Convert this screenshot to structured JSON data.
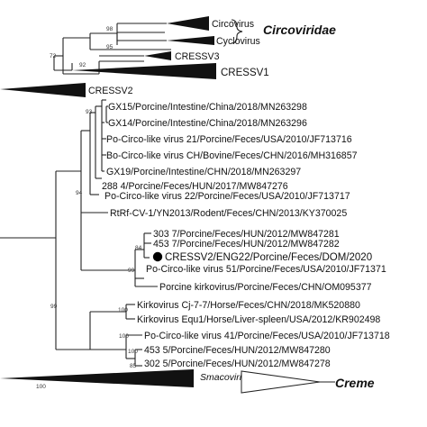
{
  "tree": {
    "taxa": {
      "circovirus": "Circovirus",
      "cyclovirus": "Cyclovirus",
      "circoviridae": "Circoviridae",
      "cressv3": "CRESSV3",
      "cressv1": "CRESSV1",
      "cressv2": "CRESSV2",
      "gx15": "GX15/Porcine/Intestine/China/2018/MN263298",
      "gx14": "GX14/Porcine/Intestine/China/2018/MN263296",
      "pocirco21": "Po-Circo-like virus 21/Porcine/Feces/USA/2010/JF713716",
      "bocirco": "Bo-Circo-like virus CH/Bovine/Feces/CHN/2016/MH316857",
      "gx19": "GX19/Porcine/Intestine/CHN/2018/MN263297",
      "s288": "288 4/Porcine/Feces/HUN/2017/MW847276",
      "pocirco22": "Po-Circo-like virus 22/Porcine/Feces/USA/2010/JF713717",
      "rtrf": "RtRf-CV-1/YN2013/Rodent/Feces/CHN/2013/KY370025",
      "s303": "303 7/Porcine/Feces/HUN/2012/MW847281",
      "s453a": "453 7/Porcine/Feces/HUN/2012/MW847282",
      "cressv2eng": "CRESSV2/ENG22/Porcine/Feces/DOM/2020",
      "pocirco51": "Po-Circo-like virus 51/Porcine/Feces/USA/2010/JF71371",
      "kirko": "Porcine kirkovirus/Porcine/Feces/CHN/OM095377",
      "kirkocj": "Kirkovirus Cj-7-7/Horse/Feces/CHN/2018/MK520880",
      "kirkoequ": "Kirkovirus Equ1/Horse/Liver-spleen/USA/2012/KR902498",
      "pocirco41": "Po-Circo-like virus 41/Porcine/Feces/USA/2010/JF713718",
      "s453b": "453 5/Porcine/Feces/HUN/2012/MW847280",
      "s302": "302 5/Porcine/Feces/HUN/2012/MW847278",
      "smacoviridae": "Smacoviridae",
      "cremeviridae": "Creme"
    },
    "bootstrap": {
      "b98": "98",
      "b95": "95",
      "b72": "72",
      "b92": "92",
      "b93": "93",
      "b94": "94",
      "b99a": "99",
      "b84": "84",
      "b99b": "99",
      "b100a": "100",
      "b100b": "100",
      "b100c": "100",
      "b85": "85",
      "b100d": "100"
    }
  }
}
